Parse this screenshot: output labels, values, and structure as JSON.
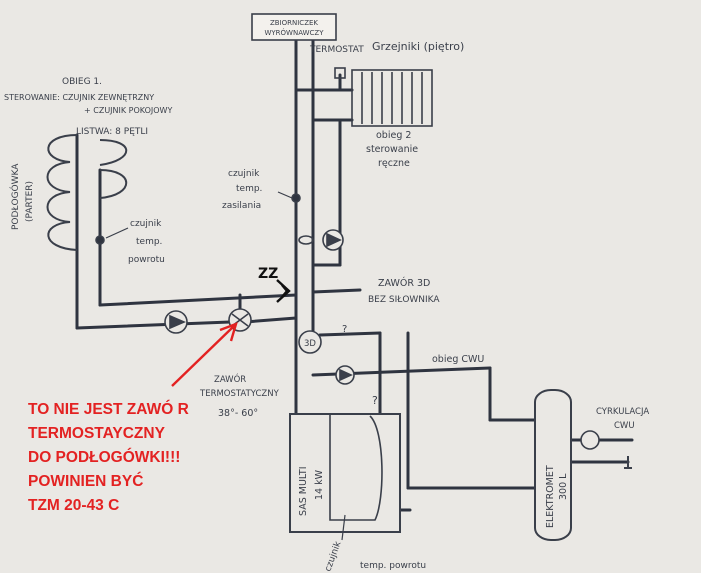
{
  "labels": {
    "expansion_tank": [
      "ZBIORNICZEK",
      "WYRÓWNAWCZY"
    ],
    "thermostat": "TERMOSTAT",
    "radiators": "Grzejniki (piętro)",
    "circuit2": [
      "obieg 2",
      "sterowanie",
      "ręczne"
    ],
    "circuit1": [
      "OBIEG 1.",
      "STEROWANIE: CZUJNIK ZEWNĘTRZNY",
      "+ CZUJNIK POKOJOWY",
      "LISTWA: 8 PĘTLI"
    ],
    "floor_heating": [
      "PODŁOGÓWKA",
      "(PARTER)"
    ],
    "return_sensor": [
      "czujnik",
      "temp.",
      "powrotu"
    ],
    "supply_sensor": [
      "czujnik",
      "temp.",
      "zasilania"
    ],
    "zz": "ZZ",
    "valve3d_label": [
      "ZAWÓR 3D",
      "BEZ SIŁOWNIKA"
    ],
    "valve3d": "3D",
    "cwu_circuit": "obieg CWU",
    "valve_thermo": [
      "ZAWÓR",
      "TERMOSTATYCZNY",
      "38°- 60°"
    ],
    "boiler": [
      "SAS MULTI",
      "14 kW"
    ],
    "tank": [
      "ELEKTROMET",
      "300 L"
    ],
    "circulation": [
      "CYRKULACJA",
      "CWU"
    ],
    "bottom_sensor": [
      "czujnik",
      "temp. powrotu"
    ],
    "mark1": "?",
    "mark2": "?"
  },
  "note": {
    "lines": [
      "TO NIE JEST ZAWÓ R",
      "TERMOSTAYCZNY",
      "DO PODŁOGÓWKI!!!",
      "POWINIEN BYĆ",
      "TZM 20-43 C"
    ]
  },
  "colors": {
    "ink": "#3a3f4a",
    "pipe": "#2f3440",
    "annotation": "#e32222",
    "paper": "#eae8e4"
  }
}
